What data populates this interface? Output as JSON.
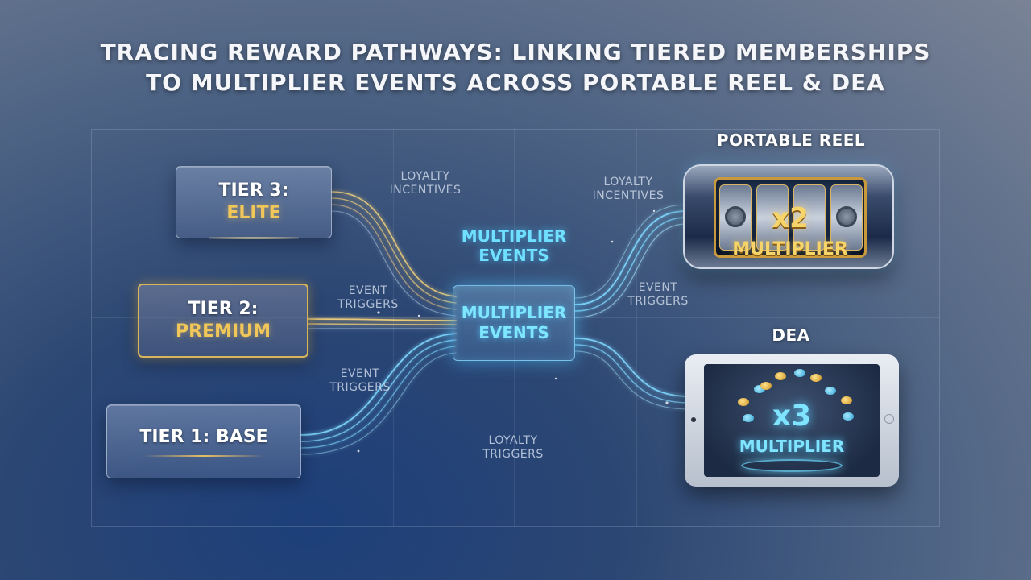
{
  "title": {
    "line1": "TRACING REWARD PATHWAYS: LINKING TIERED MEMBERSHIPS",
    "line2": "TO MULTIPLIER EVENTS ACROSS PORTABLE REEL & DEA"
  },
  "tiers": {
    "tier3": {
      "label": "TIER 3:",
      "name": "ELITE"
    },
    "tier2": {
      "label": "TIER 2:",
      "name": "PREMIUM"
    },
    "tier1": {
      "label": "TIER 1: BASE"
    }
  },
  "flow_labels": {
    "left_top": {
      "line1": "LOYALTY",
      "line2": "INCENTIVES"
    },
    "left_mid": {
      "line1": "EVENT",
      "line2": "TRIGGERS"
    },
    "left_bottom": {
      "line1": "EVENT",
      "line2": "TRIGGERS"
    },
    "bottom_center": {
      "line1": "LOYALTY",
      "line2": "TRIGGERS"
    },
    "right_top": {
      "line1": "LOYALTY",
      "line2": "INCENTIVES"
    },
    "right_mid": {
      "line1": "EVENT",
      "line2": "TRIGGERS"
    }
  },
  "hub": {
    "floating_label": {
      "line1": "MULTIPLIER",
      "line2": "EVENTS"
    },
    "box_label": {
      "line1": "MULTIPLIER",
      "line2": "EVENTS"
    }
  },
  "devices": {
    "portable_reel": {
      "title": "PORTABLE REEL",
      "value": "x2",
      "caption": "MULTIPLIER"
    },
    "dea": {
      "title": "DEA",
      "value": "x3",
      "caption": "MULTIPLIER"
    }
  },
  "colors": {
    "gold": "#f2c75a",
    "cyan": "#6fe0ff",
    "gold_flow": "#f5d27a",
    "cyan_flow": "#7fd8ff"
  }
}
